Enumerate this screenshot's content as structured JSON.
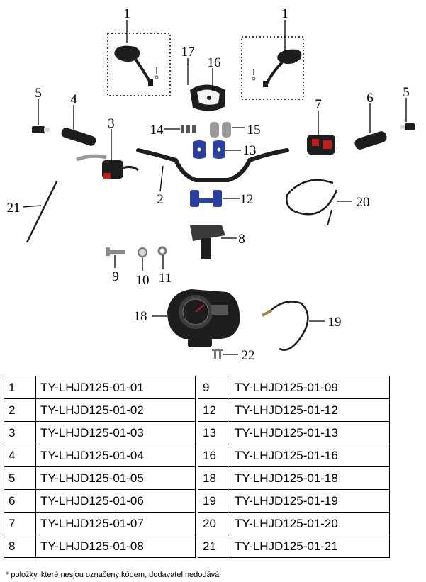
{
  "callouts": [
    "1",
    "1",
    "17",
    "16",
    "5",
    "4",
    "3",
    "14",
    "15",
    "13",
    "7",
    "6",
    "5",
    "2",
    "12",
    "20",
    "21",
    "8",
    "9",
    "10",
    "11",
    "18",
    "19",
    "22"
  ],
  "parts_table": [
    {
      "left_num": "1",
      "left_code": "TY-LHJD125-01-01",
      "right_num": "9",
      "right_code": "TY-LHJD125-01-09"
    },
    {
      "left_num": "2",
      "left_code": "TY-LHJD125-01-02",
      "right_num": "12",
      "right_code": "TY-LHJD125-01-12"
    },
    {
      "left_num": "3",
      "left_code": "TY-LHJD125-01-03",
      "right_num": "13",
      "right_code": "TY-LHJD125-01-13"
    },
    {
      "left_num": "4",
      "left_code": "TY-LHJD125-01-04",
      "right_num": "16",
      "right_code": "TY-LHJD125-01-16"
    },
    {
      "left_num": "5",
      "left_code": "TY-LHJD125-01-05",
      "right_num": "18",
      "right_code": "TY-LHJD125-01-18"
    },
    {
      "left_num": "6",
      "left_code": "TY-LHJD125-01-06",
      "right_num": "19",
      "right_code": "TY-LHJD125-01-19"
    },
    {
      "left_num": "7",
      "left_code": "TY-LHJD125-01-07",
      "right_num": "20",
      "right_code": "TY-LHJD125-01-20"
    },
    {
      "left_num": "8",
      "left_code": "TY-LHJD125-01-08",
      "right_num": "21",
      "right_code": "TY-LHJD125-01-21"
    }
  ],
  "footnote": "* položky, které nesjou označeny kódem, dodavatel nedodává",
  "colors": {
    "part_blue": "#2a3f9e",
    "part_red": "#c21d1d",
    "part_dark": "#1d1d1d"
  }
}
